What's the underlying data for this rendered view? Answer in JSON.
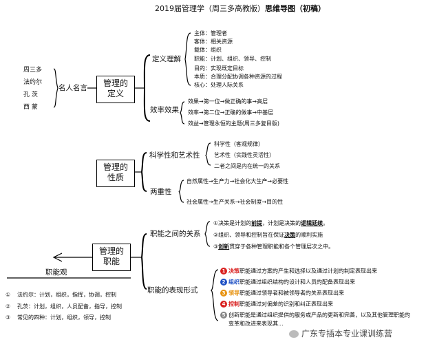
{
  "title": {
    "prefix": "2019届管理学（周三多高教版）",
    "suffix": "思维导图（初稿）"
  },
  "boxes": {
    "definition": "管理的\n定义",
    "nature": "管理的\n性质",
    "functions": "管理的\n职能"
  },
  "quotes": {
    "label": "名人名言",
    "people": [
      "周三多",
      "法约尔",
      "孔 茨",
      "西 蒙"
    ]
  },
  "definition": {
    "understanding_label": "定义理解",
    "items": [
      "主体：管理者",
      "客体：相关资源",
      "载体：组织",
      "职能：计划、组织、领导、控制",
      "目的：实现既定目标",
      "本质：合理分配协调各种资源的过程",
      "核心：处理人际关系"
    ],
    "efficiency_label": "效率效果",
    "efficiency_items": [
      "效果→第一位→做正确的事→高层",
      "效率→第二位→正确的做事→中基层",
      "效益→管理永恒的主题(周三多复目版)"
    ]
  },
  "nature": {
    "sci_art_label": "科学性和艺术性",
    "sci_art_items": [
      "科学性（客观规律）",
      "艺术性（实践性灵活性）",
      "二者之间是内在统一的关系"
    ],
    "dual_label": "两重性",
    "dual_items": [
      "自然属性→生产力→社会化大生产→必要性",
      "社会属性→生产关系→社会制度→目的性"
    ]
  },
  "functions": {
    "relation_label": "职能之间的关系",
    "relation_items": [
      {
        "num": "①",
        "pre": "决策是计划的",
        "em1": "前提",
        "mid": "，计划是决策的",
        "em2": "逻辑延续",
        "post": "。"
      },
      {
        "num": "②",
        "pre": "组织、领导和控制旨在保证",
        "em1": "决策",
        "mid": "的顺利实施",
        "em2": "",
        "post": ""
      },
      {
        "num": "③",
        "pre": "",
        "em1": "创新",
        "mid": "贯穿于各种管理职能和各个管理层次之中。",
        "em2": "",
        "post": ""
      }
    ],
    "form_label": "职能的表现形式",
    "form_items": [
      {
        "num": "1",
        "key": "决策",
        "rest": "职能通过方案的产生和选择以及通过计划的制定表现出来",
        "color": "#d9201f"
      },
      {
        "num": "2",
        "key": "组织",
        "rest": "职能通过组织结构的设计和人员的配备表现出来",
        "color": "#1d4fc4"
      },
      {
        "num": "3",
        "key": "领导",
        "rest": "职能通过领导者和被领导者的关系表现出来",
        "color": "#e79311"
      },
      {
        "num": "4",
        "key": "控制",
        "rest": "职能通过对偏差的识别和纠正表现出来",
        "color": "#d9201f"
      },
      {
        "num": "5",
        "key": "",
        "rest": "创新职能是通过组织提供的服务或产品的更新和完善，以及其他管理职能的",
        "color": "#888888"
      },
      {
        "num": "",
        "key": "",
        "rest": "变革和改进来表现其...",
        "color": ""
      }
    ]
  },
  "functions_view": {
    "label": "职能观",
    "items": [
      {
        "num": "①",
        "text": "法约尔：计划，组织，指挥，协调，控制"
      },
      {
        "num": "②",
        "text": "孔茨：计划，组织，人员配备，指导，控制"
      },
      {
        "num": "③",
        "text": "常见的四种：计划，组织，领导，控制"
      }
    ]
  },
  "watermark": "广东专插本专业课训练营"
}
